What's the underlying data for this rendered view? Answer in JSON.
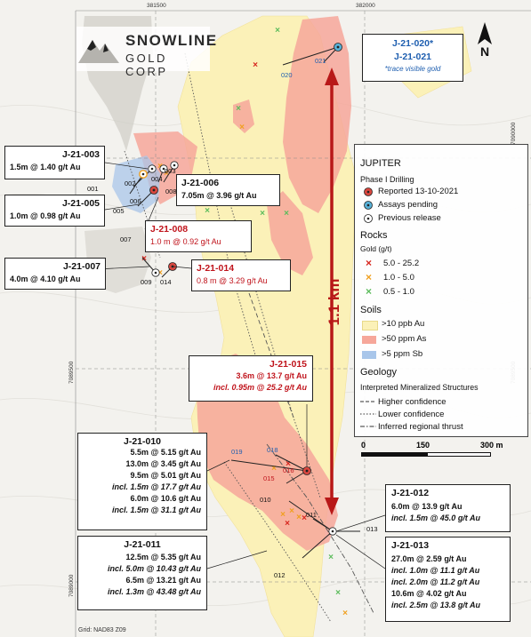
{
  "logo": {
    "line1": "SNOWLINE",
    "line2": "GOLD CORP"
  },
  "north_label": "N",
  "grid": {
    "top_labels": [
      "381500",
      "382000"
    ],
    "right_labels": [
      "7090000",
      "7089500"
    ],
    "left_labels": [
      "7089500",
      "7089000"
    ],
    "grid_note": "Grid: NAD83 Z09"
  },
  "distance_label": "1.1 km",
  "callouts": {
    "j020": {
      "title1": "J-21-020*",
      "title2": "J-21-021",
      "note": "*trace visible gold"
    },
    "j003": {
      "title": "J-21-003",
      "line": "1.5m @ 1.40 g/t Au"
    },
    "j005": {
      "title": "J-21-005",
      "line": "1.0m @ 0.98 g/t Au"
    },
    "j007": {
      "title": "J-21-007",
      "line": "4.0m @ 4.10 g/t Au"
    },
    "j006": {
      "title": "J-21-006",
      "line": "7.05m @ 3.96 g/t Au"
    },
    "j008": {
      "title": "J-21-008",
      "line": "1.0 m @ 0.92 g/t Au"
    },
    "j014": {
      "title": "J-21-014",
      "line": "0.8 m @ 3.29 g/t Au"
    },
    "j015": {
      "title": "J-21-015",
      "line1": "3.6m @ 13.7 g/t Au",
      "line2": "incl. 0.95m @ 25.2 g/t Au"
    },
    "j010": {
      "title": "J-21-010",
      "lines": [
        "5.5m @ 5.15 g/t Au",
        "13.0m @ 3.45 g/t Au",
        "9.5m @ 5.01 g/t Au",
        "incl. 1.5m @ 17.7 g/t Au",
        "6.0m @ 10.6 g/t Au",
        "incl. 1.5m @ 31.1 g/t Au"
      ]
    },
    "j011": {
      "title": "J-21-011",
      "lines": [
        "12.5m @ 5.35 g/t Au",
        "incl. 5.0m @ 10.43 g/t Au",
        "6.5m @ 13.21 g/t Au",
        "incl. 1.3m @ 43.48 g/t Au"
      ]
    },
    "j012": {
      "title": "J-21-012",
      "lines": [
        "6.0m @ 13.9 g/t Au",
        "incl. 1.5m @ 45.0 g/t Au"
      ]
    },
    "j013": {
      "title": "J-21-013",
      "lines": [
        "27.0m @ 2.59 g/t Au",
        "incl. 1.0m @ 11.1 g/t Au",
        "incl. 2.0m @ 11.2 g/t Au",
        "10.6m @ 4.02 g/t Au",
        "incl. 2.5m @ 13.8 g/t Au"
      ]
    }
  },
  "hole_labels": [
    "020",
    "021",
    "003",
    "004",
    "002",
    "001",
    "006",
    "008",
    "005",
    "007",
    "009",
    "014",
    "019",
    "018",
    "016",
    "015",
    "010",
    "011",
    "013",
    "012"
  ],
  "legend": {
    "title": "JUPITER",
    "drilling_header": "Phase I Drilling",
    "drilling_items": [
      "Reported 13-10-2021",
      "Assays pending",
      "Previous release"
    ],
    "rocks_header": "Rocks",
    "rocks_sub": "Gold (g/t)",
    "rocks_items": [
      "5.0 - 25.2",
      "1.0 - 5.0",
      "0.5 - 1.0"
    ],
    "soils_header": "Soils",
    "soils_items": [
      ">10 ppb Au",
      ">50 ppm As",
      ">5 ppm Sb"
    ],
    "geology_header": "Geology",
    "geology_sub": "Interpreted Mineralized Structures",
    "geology_items": [
      "Higher confidence",
      "Lower confidence",
      "Inferred regional thrust"
    ],
    "scale": [
      "0",
      "150",
      "300 m"
    ]
  },
  "colors": {
    "soil_au": "#fbf1b8",
    "soil_as": "#f6a79a",
    "soil_sb": "#a9c6ea",
    "reported": "#d9473f",
    "pending": "#58b0d6",
    "rock_high": "#d7261e",
    "rock_mid": "#f0a020",
    "rock_low": "#5cbc5c",
    "arrow": "#b81818"
  }
}
